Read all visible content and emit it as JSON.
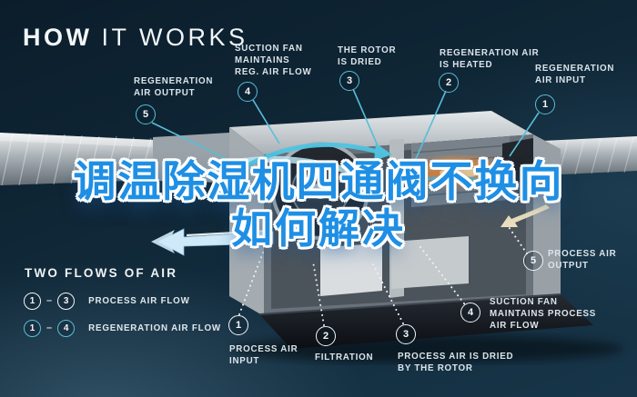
{
  "title": {
    "bold": "HOW",
    "light": "IT WORKS"
  },
  "headline": {
    "line1": "调温除湿机四通阀不换向",
    "line2": "如何解决"
  },
  "callouts": {
    "regeneration": [
      {
        "num": "5",
        "text": "REGENERATION\nAIR OUTPUT"
      },
      {
        "num": "4",
        "text": "SUCTION FAN\nMAINTAINS\nREG. AIR FLOW"
      },
      {
        "num": "3",
        "text": "THE ROTOR\nIS DRIED"
      },
      {
        "num": "2",
        "text": "REGENERATION AIR\nIS HEATED"
      },
      {
        "num": "1",
        "text": "REGENERATION\nAIR INPUT"
      }
    ],
    "process": [
      {
        "num": "1",
        "text": "PROCESS AIR\nINPUT"
      },
      {
        "num": "2",
        "text": "FILTRATION"
      },
      {
        "num": "3",
        "text": "PROCESS AIR IS DRIED\nBY THE ROTOR"
      },
      {
        "num": "4",
        "text": "SUCTION FAN\nMAINTAINS PROCESS\nAIR FLOW"
      },
      {
        "num": "5",
        "text": "PROCESS AIR\nOUTPUT"
      }
    ]
  },
  "legend": {
    "title": "TWO FLOWS OF AIR",
    "rows": [
      {
        "from": "1",
        "dash": "–",
        "to": "3",
        "label": "PROCESS AIR FLOW",
        "style": "white"
      },
      {
        "from": "1",
        "dash": "–",
        "to": "4",
        "label": "REGENERATION AIR FLOW",
        "style": "teal"
      }
    ]
  },
  "colors": {
    "background": "#102838",
    "accent_teal": "#58bed9",
    "badge_white": "#f2f6f8",
    "headline_blue": "#1e8fe4",
    "heater_orange": "#ff8c2a",
    "flow_blue": "#cfe9f8",
    "flow_cream": "#ecdfbe"
  }
}
